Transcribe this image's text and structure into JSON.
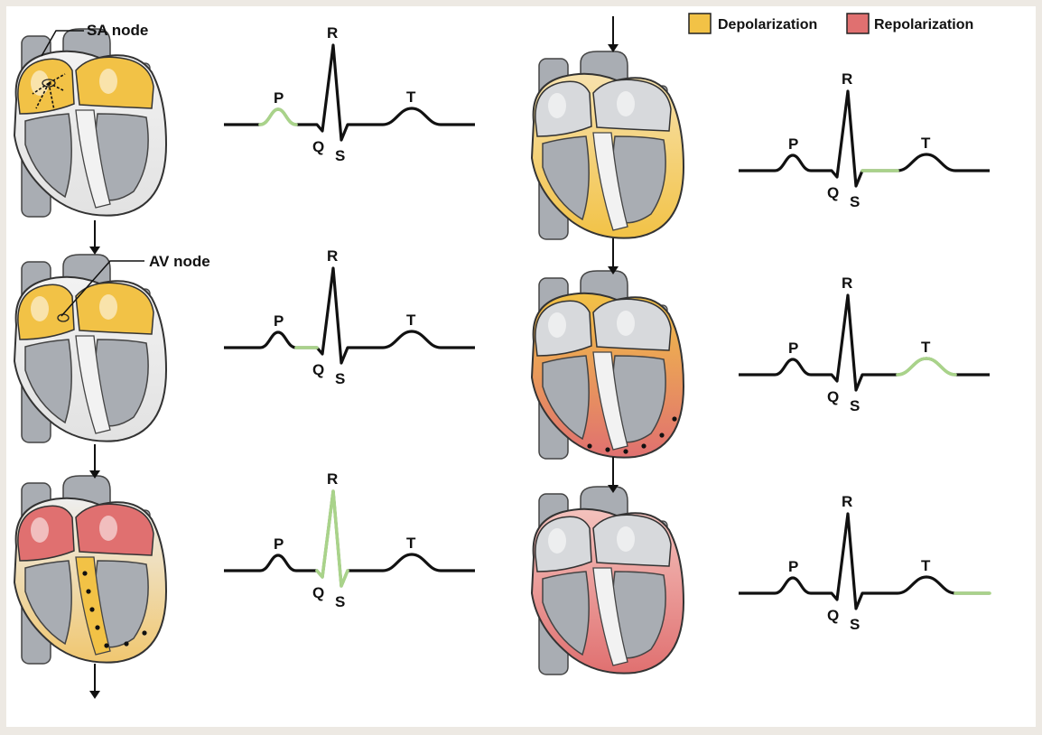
{
  "colors": {
    "depolarization": "#f2c246",
    "repolarization": "#e07070",
    "highlight": "#a9d38a",
    "trace": "#111111",
    "background": "#ede9e3"
  },
  "legend": {
    "items": [
      {
        "label": "Depolarization",
        "color": "#f2c246"
      },
      {
        "label": "Repolarization",
        "color": "#e07070"
      }
    ]
  },
  "callouts": {
    "sa_node": "SA node",
    "av_node": "AV node"
  },
  "wave_labels": {
    "p": "P",
    "q": "Q",
    "r": "R",
    "s": "S",
    "t": "T"
  },
  "panels": [
    {
      "highlight_segment": "p-wave",
      "heart_state": "atrial-depolarization-start"
    },
    {
      "highlight_segment": "pq-segment",
      "heart_state": "atria-depolarized-av-delay"
    },
    {
      "highlight_segment": "qrs-complex",
      "heart_state": "ventricular-depolarization-atrial-repolarization"
    },
    {
      "highlight_segment": "st-segment",
      "heart_state": "ventricles-depolarized"
    },
    {
      "highlight_segment": "t-wave",
      "heart_state": "ventricular-repolarization-start"
    },
    {
      "highlight_segment": "after-t",
      "heart_state": "ventricles-repolarized"
    }
  ]
}
